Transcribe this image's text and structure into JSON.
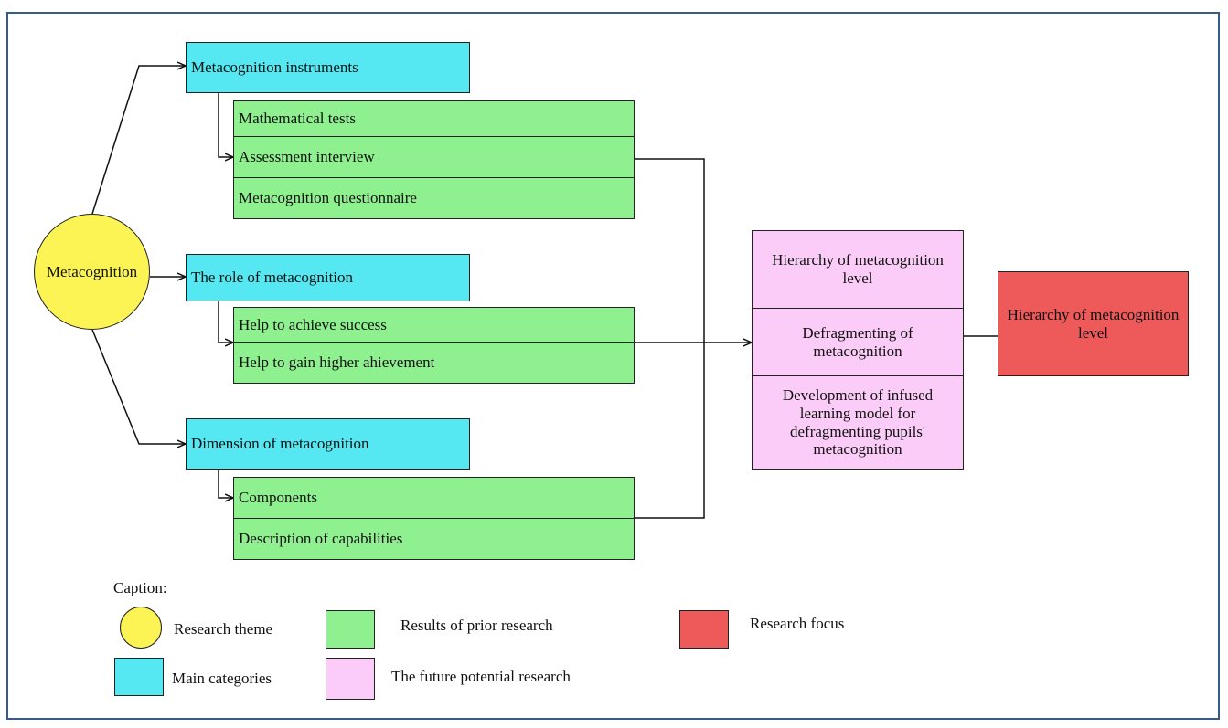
{
  "theme": {
    "label": "Metacognition"
  },
  "categories": [
    {
      "label": "Metacognition instruments",
      "results": [
        "Mathematical tests",
        "Assessment interview",
        "Metacognition questionnaire"
      ]
    },
    {
      "label": "The role of metacognition",
      "results": [
        "Help to achieve success",
        "Help to gain higher ahievement"
      ]
    },
    {
      "label": "Dimension of metacognition",
      "results": [
        "Components",
        "Description of capabilities"
      ]
    }
  ],
  "future_research": [
    "Hierarchy of metacognition level",
    "Defragmenting of metacognition",
    "Development of infused learning model for defragmenting pupils' metacognition"
  ],
  "focus": {
    "label": "Hierarchy of metacognition level"
  },
  "caption": {
    "title": "Caption:",
    "items": {
      "theme": "Research theme",
      "categories": "Main categories",
      "prior": "Results of prior research",
      "future": "The future potential research",
      "focus": "Research focus"
    }
  },
  "colors": {
    "theme": "#fcf455",
    "category": "#55e8f2",
    "prior": "#8ff08f",
    "future": "#fcccf8",
    "focus": "#ee5a5a",
    "frame": "#3b5a8c"
  }
}
